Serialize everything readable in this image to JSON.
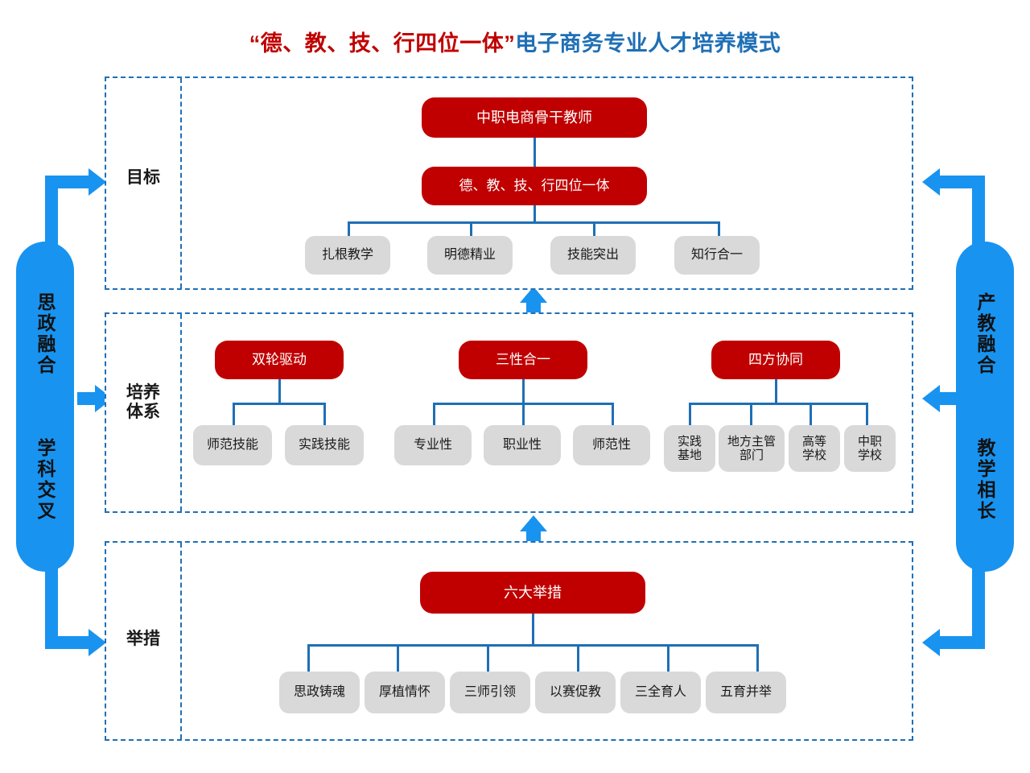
{
  "title": {
    "quoted": "“德、教、技、行四位一体”",
    "rest": "电子商务专业人才培养模式"
  },
  "colors": {
    "red": "#C00000",
    "blue_accent": "#1893F0",
    "blue_line": "#1F6FB5",
    "gray_node": "#D9D9D9"
  },
  "side_left": {
    "top_text": "思政融合",
    "bottom_text": "学科交叉"
  },
  "side_right": {
    "top_text": "产教融合",
    "bottom_text": "教学相长"
  },
  "panels": [
    {
      "label": "目标",
      "root": "中职电商骨干教师",
      "second": "德、教、技、行四位一体",
      "leaves": [
        "扎根教学",
        "明德精业",
        "技能突出",
        "知行合一"
      ]
    },
    {
      "label_line1": "培养",
      "label_line2": "体系",
      "groups": [
        {
          "head": "双轮驱动",
          "leaves": [
            "师范技能",
            "实践技能"
          ]
        },
        {
          "head": "三性合一",
          "leaves": [
            "专业性",
            "职业性",
            "师范性"
          ]
        },
        {
          "head": "四方协同",
          "leaves": [
            "实践\n基地",
            "地方主管\n部门",
            "高等\n学校",
            "中职\n学校"
          ]
        }
      ]
    },
    {
      "label": "举措",
      "root": "六大举措",
      "leaves": [
        "思政铸魂",
        "厚植情怀",
        "三师引领",
        "以赛促教",
        "三全育人",
        "五育并举"
      ]
    }
  ]
}
